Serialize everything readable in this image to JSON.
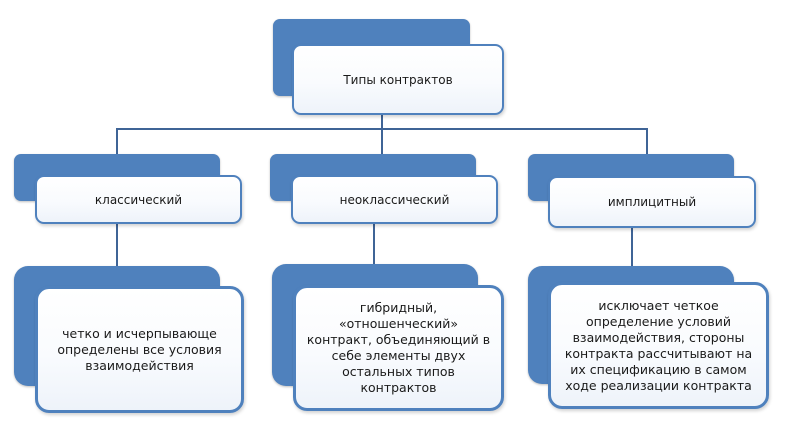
{
  "title": "Типы контрактов",
  "types": [
    {
      "name": "классический",
      "description": "четко и исчерпывающе определены все условия взаимодействия"
    },
    {
      "name": "неоклассический",
      "description": "гибридный, «отношенческий» контракт, объединяющий в себе элементы двух остальных типов контрактов"
    },
    {
      "name": "имплицитный",
      "description": "исключает четкое определение условий взаимодействия, стороны контракта рассчитывают на их спецификацию в самом ходе реализации контракта"
    }
  ],
  "colors": {
    "accent": "#4f81bd",
    "connector": "#3f6496"
  }
}
